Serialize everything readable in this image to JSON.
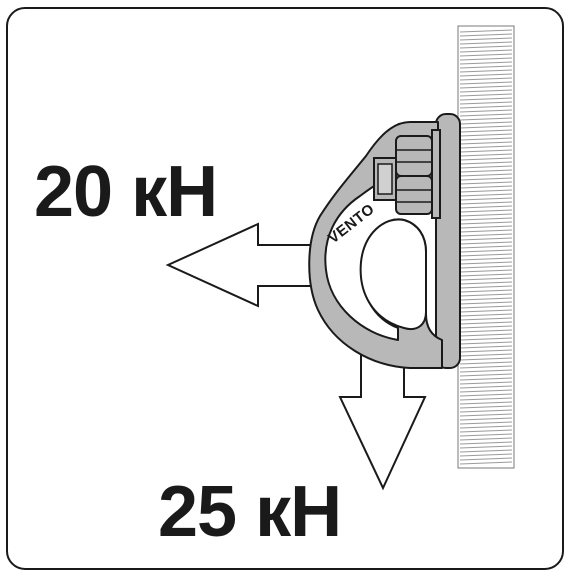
{
  "forces": {
    "horizontal": "20 кН",
    "vertical": "25 кН"
  },
  "hanger": {
    "brand": "VENTO"
  },
  "colors": {
    "metal": "#b8b8b8",
    "outline": "#1a1a1a",
    "wall_hatch": "#9a9a9a",
    "background": "#ffffff"
  },
  "icons": [
    "bolt-nut-icon",
    "wall-hatch",
    "arrow-left-icon",
    "arrow-down-icon"
  ]
}
